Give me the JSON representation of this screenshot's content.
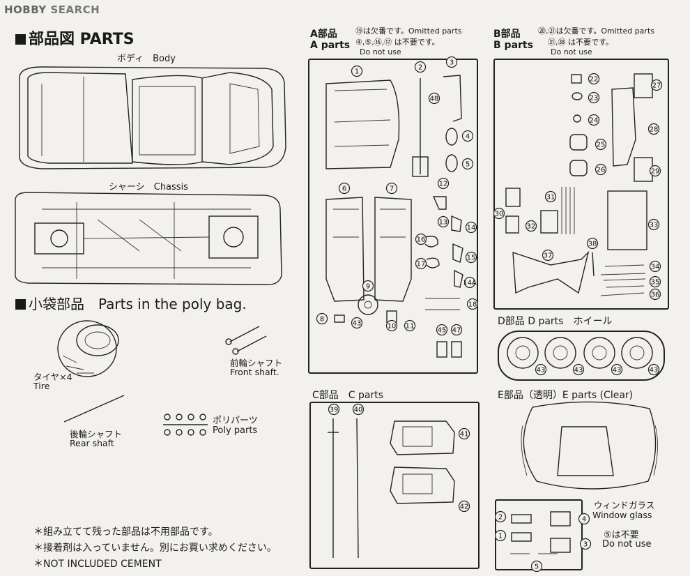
{
  "site": {
    "logo_bold": "HOBBY",
    "logo_rest": "SEARCH"
  },
  "sections": {
    "parts_title": "部品図 PARTS",
    "body_label": "ボディ　Body",
    "chassis_label": "シャーシ　Chassis",
    "polybag_title": "小袋部品　Parts in the poly bag."
  },
  "polybag": {
    "tire_jp": "タイヤ",
    "tire_count": "×4",
    "tire_en": "Tire",
    "front_shaft_jp": "前輪シャフト",
    "front_shaft_en": "Front shaft.",
    "rear_shaft_jp": "後輪シャフト",
    "rear_shaft_en": "Rear shaft",
    "poly_jp": "ポリパーツ",
    "poly_en": "Poly parts"
  },
  "frames": {
    "a": {
      "title_jp": "A部品",
      "title_en": "A parts",
      "note1": "⑲は欠番です。Omitted parts",
      "note2": "④,⑤,⑯,⑰ は不要です。",
      "note3": "Do not use"
    },
    "b": {
      "title_jp": "B部品",
      "title_en": "B parts",
      "note1": "⑳,㉑は欠番です。Omitted parts",
      "note2": "㉛,㊳ は不要です。",
      "note3": "Do not use"
    },
    "c": {
      "title": "C部品　C parts"
    },
    "d": {
      "title": "D部品 D parts　ホイール"
    },
    "e": {
      "title": "E部品（透明）E parts (Clear)",
      "window_jp": "ウィンドガラス",
      "window_en": "Window glass",
      "dnu_jp": "⑤は不要",
      "dnu_en": "Do not use"
    }
  },
  "footer": {
    "line1": "＊組み立てて残った部品は不用部品です。",
    "line2": "＊接着剤は入っていません。別にお買い求めください。",
    "line3": "＊NOT INCLUDED CEMENT"
  },
  "part_numbers": {
    "a": [
      "1",
      "2",
      "3",
      "48",
      "4",
      "5",
      "6",
      "7",
      "12",
      "13",
      "14",
      "16",
      "15",
      "17",
      "14A",
      "9",
      "18",
      "8",
      "43",
      "10",
      "11",
      "45",
      "47"
    ],
    "b": [
      "22",
      "23",
      "24",
      "25",
      "26",
      "27",
      "28",
      "29",
      "30",
      "31",
      "32",
      "33",
      "37",
      "38",
      "34",
      "35",
      "36"
    ],
    "c": [
      "39",
      "40",
      "41",
      "42"
    ],
    "d": [
      "43",
      "43",
      "43",
      "43"
    ],
    "e": [
      "2",
      "1",
      "4",
      "3",
      "5"
    ]
  }
}
